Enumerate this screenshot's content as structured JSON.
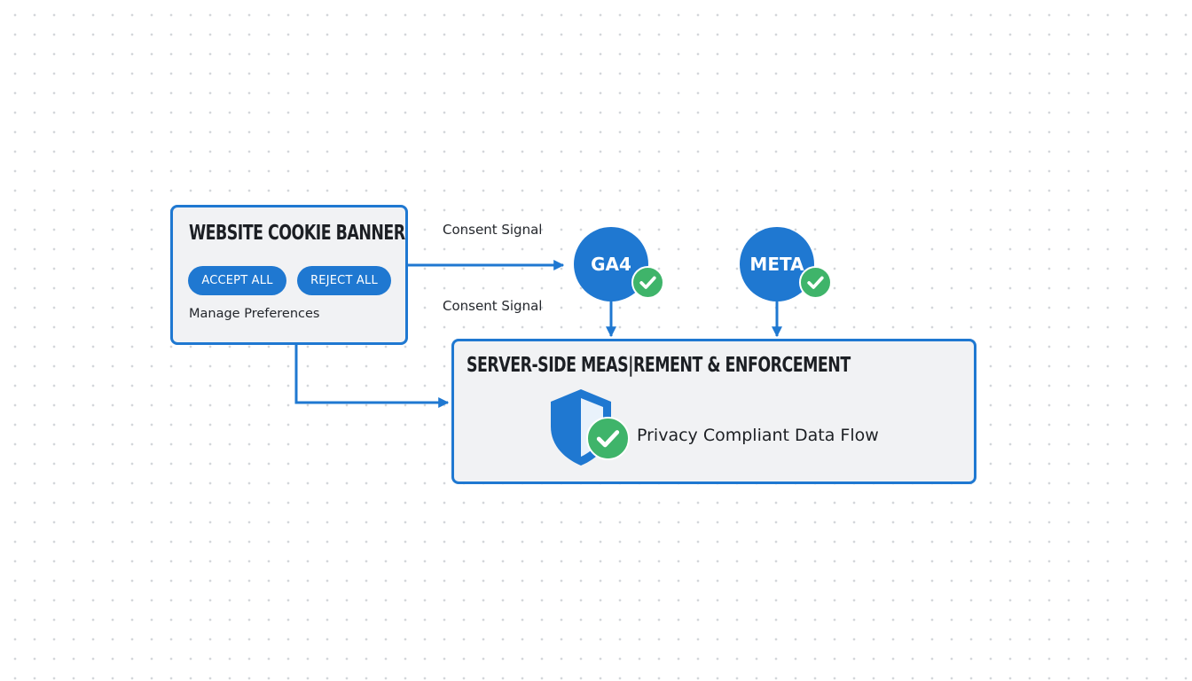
{
  "banner": {
    "title": "WEBSITE COOKIE BANNER",
    "accept_label": "ACCEPT ALL",
    "reject_label": "REJECT ALL",
    "manage_label": "Manage Preferences"
  },
  "signals": {
    "top_label": "Consent Signal",
    "bottom_label": "Consent Signal"
  },
  "nodes": {
    "ga4_label": "GA4",
    "meta_label": "META"
  },
  "server": {
    "title": "SERVER-SIDE MEAS|REMENT & ENFORCEMENT",
    "status_label": "Privacy Compliant Data Flow"
  },
  "icons": {
    "shield": "shield-icon",
    "check": "checkmark-icon"
  },
  "colors": {
    "accent": "#1f78d1",
    "check": "#3fb46a",
    "box_fill": "#f1f2f4"
  }
}
